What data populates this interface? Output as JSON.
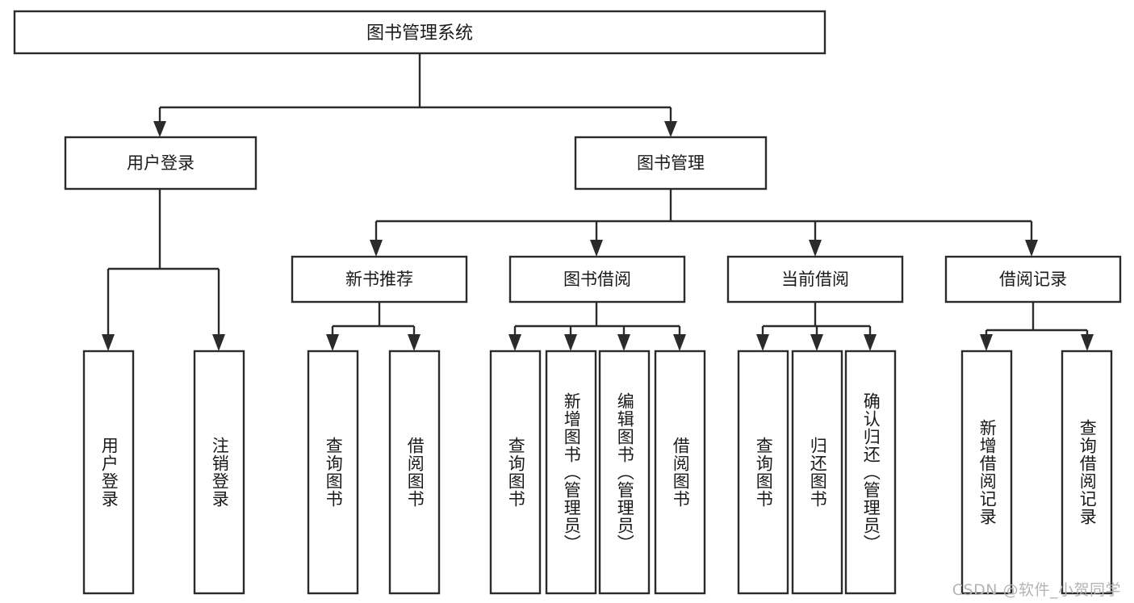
{
  "diagram": {
    "type": "tree-hierarchy",
    "title": "图书管理系统",
    "watermark": "CSDN @软件_小贺同学",
    "colors": {
      "stroke": "#2b2b2b",
      "fill": "#ffffff",
      "text": "#1a1a1a",
      "watermark": "#b4b4b4",
      "background": "#ffffff"
    },
    "levels": {
      "root": {
        "label": "图书管理系统"
      },
      "level2": [
        {
          "label": "用户登录"
        },
        {
          "label": "图书管理"
        }
      ],
      "level3": [
        {
          "label": "新书推荐"
        },
        {
          "label": "图书借阅"
        },
        {
          "label": "当前借阅"
        },
        {
          "label": "借阅记录"
        }
      ],
      "leaves": {
        "user_login": [
          {
            "label": "用户登录"
          },
          {
            "label": "注销登录"
          }
        ],
        "new_book_recommend": [
          {
            "label": "查询图书"
          },
          {
            "label": "借阅图书"
          }
        ],
        "book_borrow": [
          {
            "label": "查询图书"
          },
          {
            "label": "新增图书（管理员）"
          },
          {
            "label": "编辑图书（管理员）"
          },
          {
            "label": "借阅图书"
          }
        ],
        "current_borrow": [
          {
            "label": "查询图书"
          },
          {
            "label": "归还图书"
          },
          {
            "label": "确认归还（管理员）"
          }
        ],
        "borrow_record": [
          {
            "label": "新增借阅记录"
          },
          {
            "label": "查询借阅记录"
          }
        ]
      }
    }
  }
}
